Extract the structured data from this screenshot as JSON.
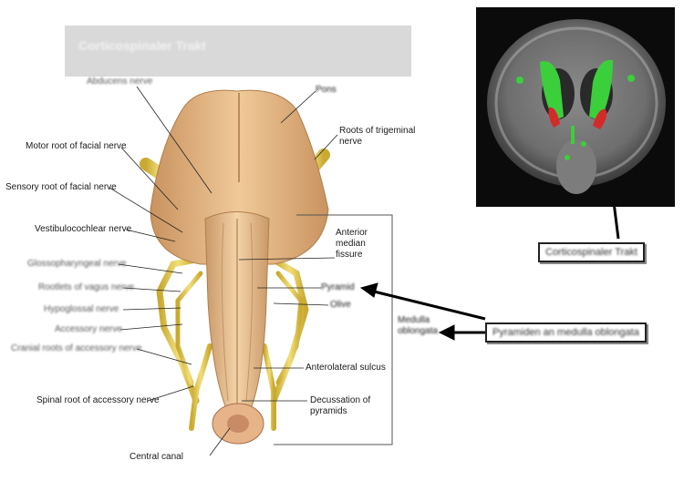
{
  "title": "Corticospinaler Trakt",
  "labels_left": {
    "abducens": "Abducens nerve",
    "motor_facial": "Motor root of facial nerve",
    "sensory_facial": "Sensory root of facial nerve",
    "vestibulocochlear": "Vestibulocochlear nerve",
    "glossopharyngeal": "Glossopharyngeal nerve",
    "vagus": "Rootlets of vagus nerve",
    "hypoglossal": "Hypoglossal nerve",
    "accessory": "Accessory nerve",
    "cranial_accessory": "Cranial roots of accessory nerve",
    "spinal_accessory": "Spinal root of accessory nerve",
    "central_canal": "Central canal"
  },
  "labels_right": {
    "pons": "Pons",
    "trigeminal": "Roots of trigeminal nerve",
    "anterior_median": "Anterior median fissure",
    "pyramid": "Pyramid",
    "olive": "Olive",
    "medulla": "Medulla oblongata",
    "anterolateral": "Anterolateral sulcus",
    "decussation": "Decussation of pyramids"
  },
  "callouts": {
    "mri": "Corticospinaler Trakt",
    "pyramids": "Pyramiden an medulla oblongata"
  },
  "colors": {
    "brainstem": "#d9ad7c",
    "nerve": "#e8cf5a",
    "mri_green": "#3ccf3c",
    "mri_red": "#d42a2a"
  }
}
